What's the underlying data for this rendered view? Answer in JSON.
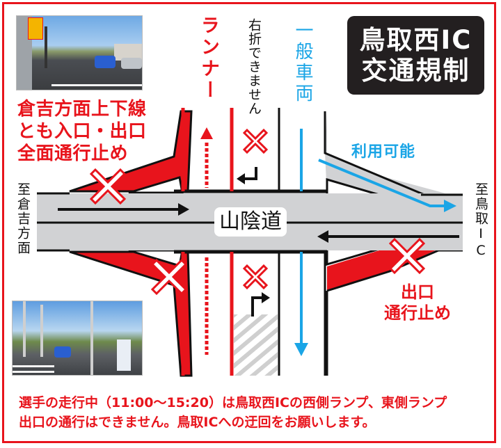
{
  "title": {
    "line1": "鳥取西IC",
    "line2": "交通規制"
  },
  "labels": {
    "runner": "ランナー",
    "general_vehicles": "一般車両",
    "no_right_turn": "右折できません",
    "to_kurayoshi": "至倉吉方面",
    "to_tottori_ic": "至鳥取IC",
    "road_name": "山陰道",
    "available": "利用可能"
  },
  "notes": {
    "kurayoshi_closure": [
      "倉吉方面上下線",
      "とも入口・出口",
      "全面通行止め"
    ],
    "exit_closure": [
      "出口",
      "通行止め"
    ]
  },
  "footer": {
    "line1": "選手の走行中（11:00〜15:20）は鳥取西ICの西側ランプ、東側ランプ",
    "line2": "出口の通行はできません。鳥取ICへの迂回をお願いします。"
  },
  "colors": {
    "frame_red": "#e8141c",
    "closure_red": "#e8141c",
    "general_blue": "#1aa5e6",
    "road_gray": "#d1d2d4",
    "title_bg": "#231f20",
    "line_black": "#111111"
  },
  "photos": [
    {
      "name": "west-ramp-photo",
      "position": "top-left"
    },
    {
      "name": "east-ramp-photo",
      "position": "bottom-left"
    }
  ]
}
